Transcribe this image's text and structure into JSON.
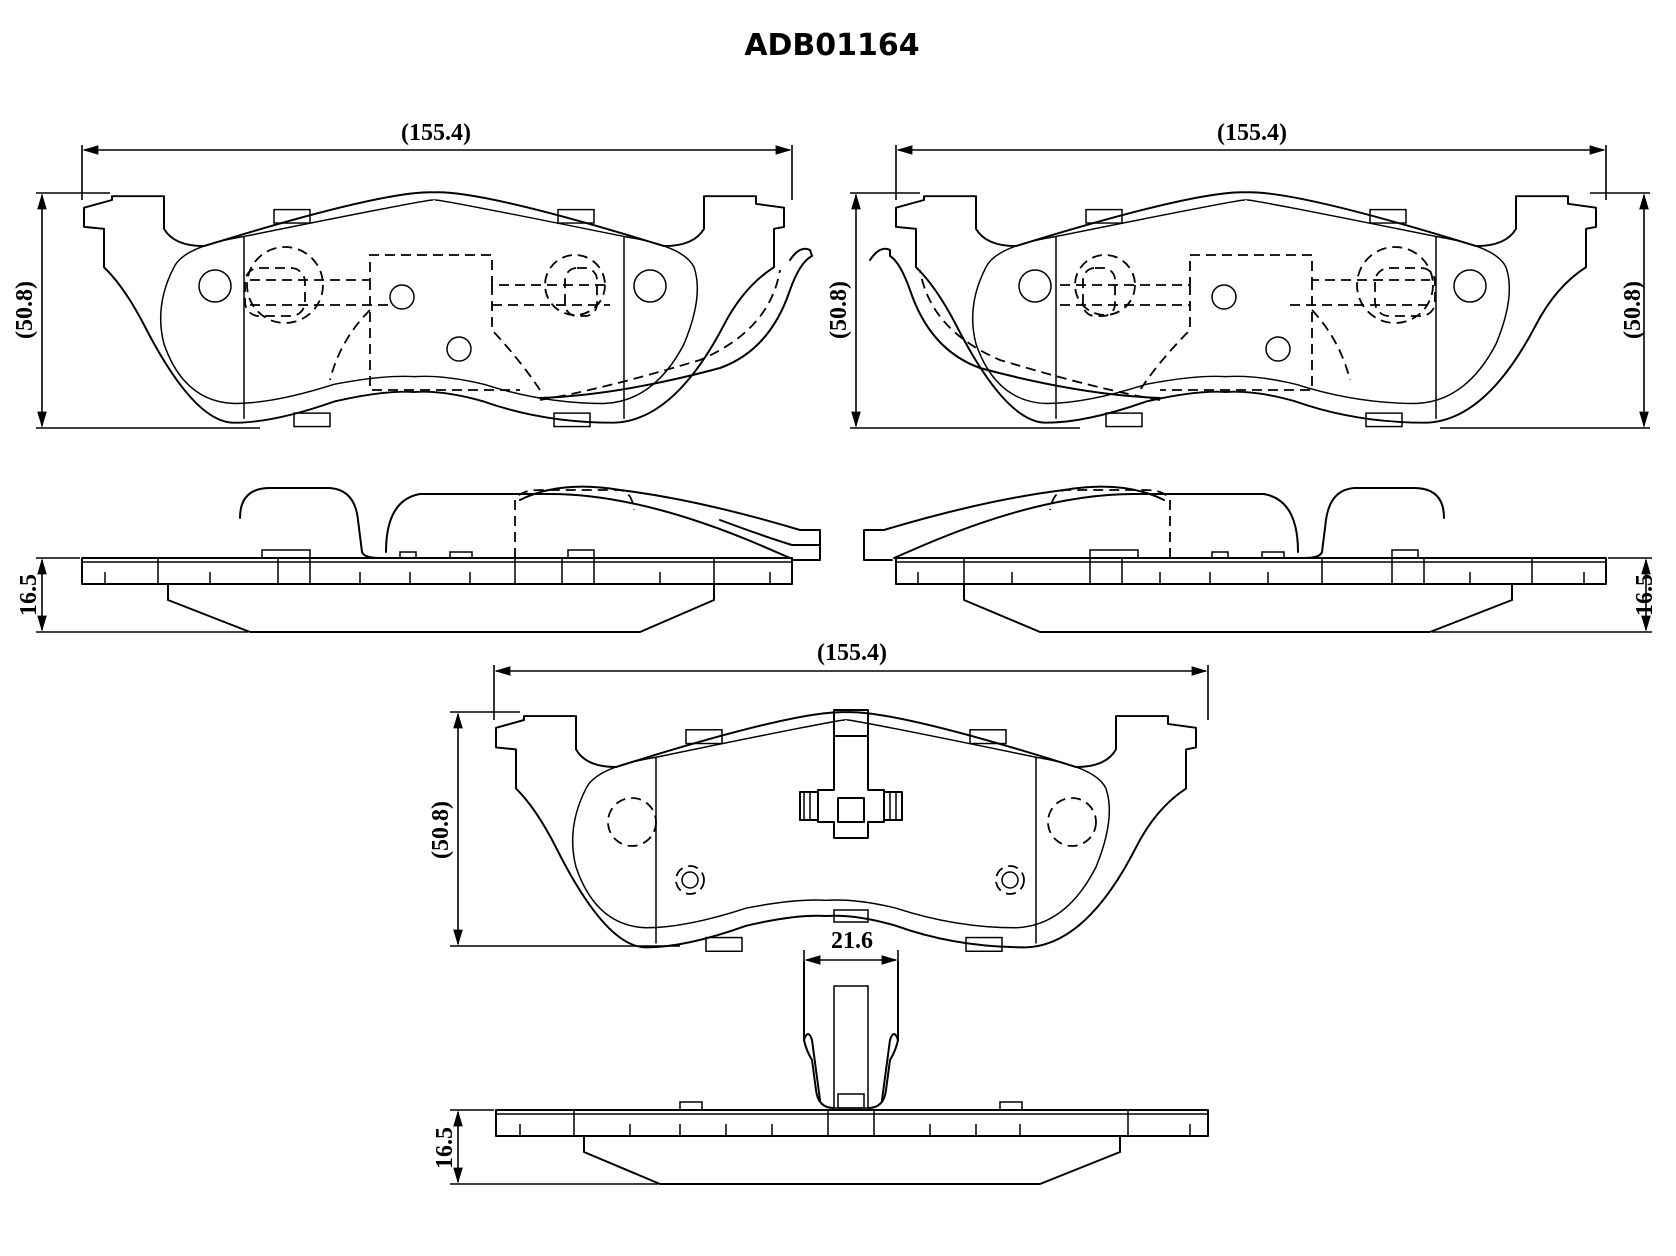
{
  "title": "ADB01164",
  "views": {
    "top_left": {
      "width_label": "(155.4)",
      "height_label": "(50.8)"
    },
    "top_right": {
      "width_label": "(155.4)",
      "height_label": "(50.8)"
    },
    "side_left": {
      "thickness_label": "16.5"
    },
    "side_right": {
      "thickness_label": "16.5"
    },
    "bottom_front": {
      "width_label": "(155.4)",
      "height_label": "(50.8)"
    },
    "bottom_side": {
      "clip_width_label": "21.6",
      "thickness_label": "16.5"
    }
  }
}
